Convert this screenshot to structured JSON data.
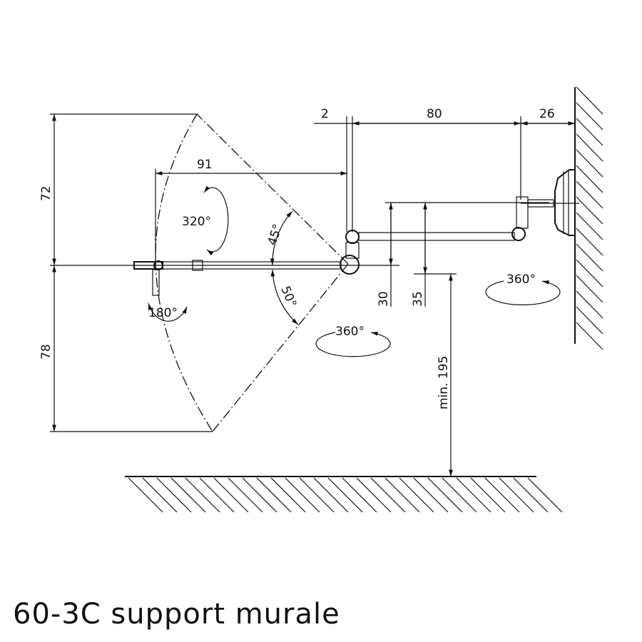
{
  "title": "60-3C support murale",
  "dimensions": {
    "gap": "2",
    "arm_length": "80",
    "wall_offset": "26",
    "reach": "91",
    "height_up": "72",
    "height_down": "78",
    "joint_height_1": "30",
    "joint_height_2": "35",
    "min_height": "min. 195"
  },
  "angles": {
    "head_rotation": "320°",
    "handle_rotation": "180°",
    "up_tilt": "45°",
    "down_tilt": "50°",
    "joint_rotation": "360°",
    "wall_rotation": "360°"
  }
}
